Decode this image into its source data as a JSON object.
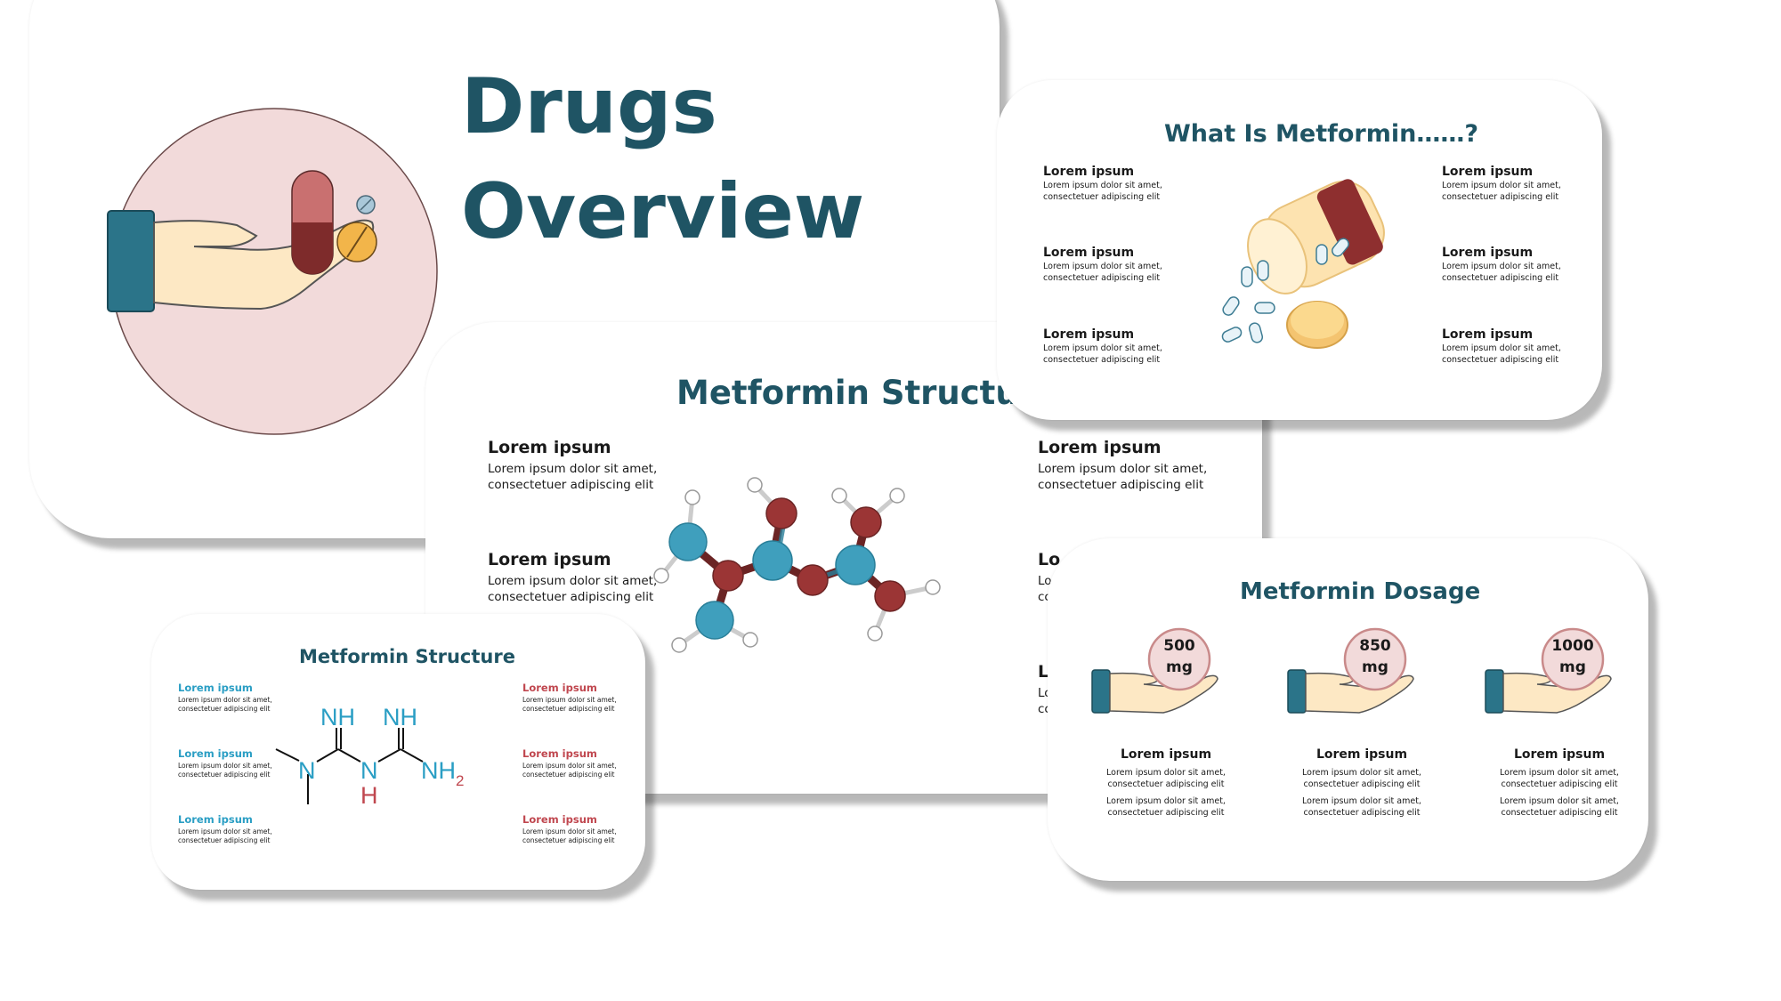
{
  "cover": {
    "title_line1": "Drugs",
    "title_line2": "Overview"
  },
  "structure_main": {
    "title": "Metformin Structure",
    "blocks": [
      {
        "heading": "Lorem ipsum",
        "text": "Lorem ipsum dolor sit amet,\nconsectetuer adipiscing elit"
      },
      {
        "heading": "Lorem ipsum",
        "text": "Lorem ipsum dolor sit amet,\nconsectetuer adipiscing elit"
      },
      {
        "heading": "Lorem ipsum",
        "text": "Lorem ipsum dolor sit amet,\nconsectetuer adipiscing elit"
      },
      {
        "heading": "Lo",
        "text": "Lo\ncc"
      },
      {
        "heading": "L",
        "text": "Lo\ncc"
      }
    ]
  },
  "what_is": {
    "title": "What Is Metformin……?",
    "blocks": [
      {
        "heading": "Lorem ipsum",
        "text": "Lorem ipsum dolor sit amet,\nconsectetuer adipiscing elit"
      },
      {
        "heading": "Lorem ipsum",
        "text": "Lorem ipsum dolor sit amet,\nconsectetuer adipiscing elit"
      },
      {
        "heading": "Lorem ipsum",
        "text": "Lorem ipsum dolor sit amet,\nconsectetuer adipiscing elit"
      },
      {
        "heading": "Lorem ipsum",
        "text": "Lorem ipsum dolor sit amet,\nconsectetuer adipiscing elit"
      },
      {
        "heading": "Lorem ipsum",
        "text": "Lorem ipsum dolor sit amet,\nconsectetuer adipiscing elit"
      },
      {
        "heading": "Lorem ipsum",
        "text": "Lorem ipsum dolor sit amet,\nconsectetuer adipiscing elit"
      }
    ]
  },
  "structure_small": {
    "title": "Metformin Structure",
    "left_blocks": [
      {
        "heading": "Lorem ipsum",
        "text": "Lorem ipsum dolor sit amet,\nconsectetuer adipiscing elit"
      },
      {
        "heading": "Lorem ipsum",
        "text": "Lorem ipsum dolor sit amet,\nconsectetuer adipiscing elit"
      },
      {
        "heading": "Lorem ipsum",
        "text": "Lorem ipsum dolor sit amet,\nconsectetuer adipiscing elit"
      }
    ],
    "right_blocks": [
      {
        "heading": "Lorem ipsum",
        "text": "Lorem ipsum dolor sit amet,\nconsectetuer adipiscing elit"
      },
      {
        "heading": "Lorem ipsum",
        "text": "Lorem ipsum dolor sit amet,\nconsectetuer adipiscing elit"
      },
      {
        "heading": "Lorem ipsum",
        "text": "Lorem ipsum dolor sit amet,\nconsectetuer adipiscing elit"
      }
    ],
    "formula": {
      "nh_top_1": "NH",
      "nh_top_2": "NH",
      "n_left": "N",
      "n_mid": "N",
      "h_mid": "H",
      "nh2": "NH",
      "nh2_sub": "2"
    }
  },
  "dosage": {
    "title": "Metformin Dosage",
    "items": [
      {
        "value": "500",
        "unit": "mg",
        "heading": "Lorem ipsum",
        "text1": "Lorem ipsum dolor sit amet,\nconsectetuer adipiscing elit",
        "text2": "Lorem ipsum dolor sit amet,\nconsectetuer adipiscing elit"
      },
      {
        "value": "850",
        "unit": "mg",
        "heading": "Lorem ipsum",
        "text1": "Lorem ipsum dolor sit amet,\nconsectetuer adipiscing elit",
        "text2": "Lorem ipsum dolor sit amet,\nconsectetuer adipiscing elit"
      },
      {
        "value": "1000",
        "unit": "mg",
        "heading": "Lorem ipsum",
        "text1": "Lorem ipsum dolor sit amet,\nconsectetuer adipiscing elit",
        "text2": "Lorem ipsum dolor sit amet,\nconsectetuer adipiscing elit"
      }
    ]
  },
  "colors": {
    "title_teal": "#1f5464",
    "atom_blue": "#3f9fbd",
    "atom_red": "#9b3535",
    "hand_skin": "#fde8c4",
    "cuff_teal": "#2b7489",
    "circle_pink": "#f2dada",
    "formula_blue": "#2a9ec4",
    "formula_red": "#c0474f"
  }
}
